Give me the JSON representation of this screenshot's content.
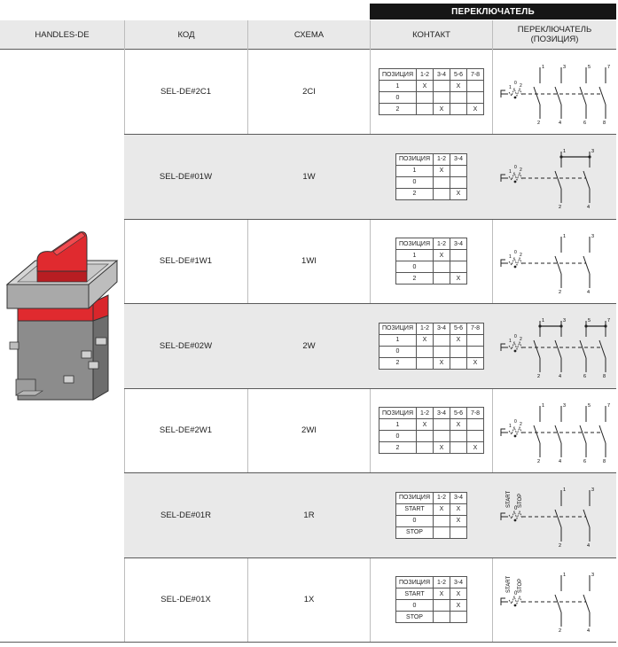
{
  "top_header": "ПЕРЕКЛЮЧАТЕЛЬ",
  "columns": {
    "product": "HANDLES-DE",
    "code": "КОД",
    "scheme": "СХЕМА",
    "contact": "КОНТАКТ",
    "position_l1": "ПЕРЕКЛЮЧАТЕЛЬ",
    "position_l2": "(ПОЗИЦИЯ)"
  },
  "rows": [
    {
      "code": "SEL-DE#2C1",
      "scheme": "2CI",
      "diagram": "2-pole-cam",
      "contact": {
        "header": [
          "ПОЗИЦИЯ",
          "1-2",
          "3-4",
          "5-6",
          "7-8"
        ],
        "rows": [
          [
            "1",
            "X",
            "",
            "X",
            ""
          ],
          [
            "0",
            "",
            "",
            "",
            ""
          ],
          [
            "2",
            "",
            "X",
            "",
            "X"
          ]
        ]
      },
      "switch": {
        "pos": [
          "1",
          "0",
          "2"
        ],
        "terms": [
          "1",
          "3",
          "5",
          "7"
        ],
        "terms_b": [
          "2",
          "4",
          "6",
          "8"
        ]
      }
    },
    {
      "code": "SEL-DE#01W",
      "scheme": "1W",
      "diagram": "1-pole-linked",
      "contact": {
        "header": [
          "ПОЗИЦИЯ",
          "1-2",
          "3-4"
        ],
        "rows": [
          [
            "1",
            "X",
            ""
          ],
          [
            "0",
            "",
            ""
          ],
          [
            "2",
            "",
            "X"
          ]
        ]
      },
      "switch": {
        "pos": [
          "1",
          "0",
          "2"
        ],
        "terms": [
          "1",
          "3"
        ],
        "terms_b": [
          "2",
          "4"
        ]
      }
    },
    {
      "code": "SEL-DE#1W1",
      "scheme": "1WI",
      "diagram": "1-pole",
      "contact": {
        "header": [
          "ПОЗИЦИЯ",
          "1-2",
          "3-4"
        ],
        "rows": [
          [
            "1",
            "X",
            ""
          ],
          [
            "0",
            "",
            ""
          ],
          [
            "2",
            "",
            "X"
          ]
        ]
      },
      "switch": {
        "pos": [
          "1",
          "0",
          "2"
        ],
        "terms": [
          "1",
          "3"
        ],
        "terms_b": [
          "2",
          "4"
        ]
      }
    },
    {
      "code": "SEL-DE#02W",
      "scheme": "2W",
      "diagram": "2-pole-linked",
      "contact": {
        "header": [
          "ПОЗИЦИЯ",
          "1-2",
          "3-4",
          "5-6",
          "7-8"
        ],
        "rows": [
          [
            "1",
            "X",
            "",
            "X",
            ""
          ],
          [
            "0",
            "",
            "",
            "",
            ""
          ],
          [
            "2",
            "",
            "X",
            "",
            "X"
          ]
        ]
      },
      "switch": {
        "pos": [
          "1",
          "0",
          "2"
        ],
        "terms": [
          "1",
          "3",
          "5",
          "7"
        ],
        "terms_b": [
          "2",
          "4",
          "6",
          "8"
        ]
      }
    },
    {
      "code": "SEL-DE#2W1",
      "scheme": "2WI",
      "diagram": "2-pole",
      "contact": {
        "header": [
          "ПОЗИЦИЯ",
          "1-2",
          "3-4",
          "5-6",
          "7-8"
        ],
        "rows": [
          [
            "1",
            "X",
            "",
            "X",
            ""
          ],
          [
            "0",
            "",
            "",
            "",
            ""
          ],
          [
            "2",
            "",
            "X",
            "",
            "X"
          ]
        ]
      },
      "switch": {
        "pos": [
          "1",
          "0",
          "2"
        ],
        "terms": [
          "1",
          "3",
          "5",
          "7"
        ],
        "terms_b": [
          "2",
          "4",
          "6",
          "8"
        ]
      }
    },
    {
      "code": "SEL-DE#01R",
      "scheme": "1R",
      "diagram": "start-stop",
      "contact": {
        "header": [
          "ПОЗИЦИЯ",
          "1-2",
          "3-4"
        ],
        "rows": [
          [
            "START",
            "X",
            "X"
          ],
          [
            "0",
            "",
            "X"
          ],
          [
            "STOP",
            "",
            ""
          ]
        ]
      },
      "switch": {
        "pos": [
          "START",
          "0",
          "STOP"
        ],
        "terms": [
          "1",
          "3"
        ],
        "terms_b": [
          "2",
          "4"
        ]
      }
    },
    {
      "code": "SEL-DE#01X",
      "scheme": "1X",
      "diagram": "start-stop",
      "contact": {
        "header": [
          "ПОЗИЦИЯ",
          "1-2",
          "3-4"
        ],
        "rows": [
          [
            "START",
            "X",
            "X"
          ],
          [
            "0",
            "",
            "X"
          ],
          [
            "STOP",
            "",
            ""
          ]
        ]
      },
      "switch": {
        "pos": [
          "START",
          "0",
          "STOP"
        ],
        "terms": [
          "1",
          "3"
        ],
        "terms_b": [
          "2",
          "4"
        ]
      }
    }
  ],
  "colors": {
    "handle": "#d9262b",
    "body": "#7f7f7f",
    "header_bg": "#e9e9e9",
    "top_bar": "#161616"
  },
  "icons": {
    "product": "selector-switch-illustration"
  }
}
